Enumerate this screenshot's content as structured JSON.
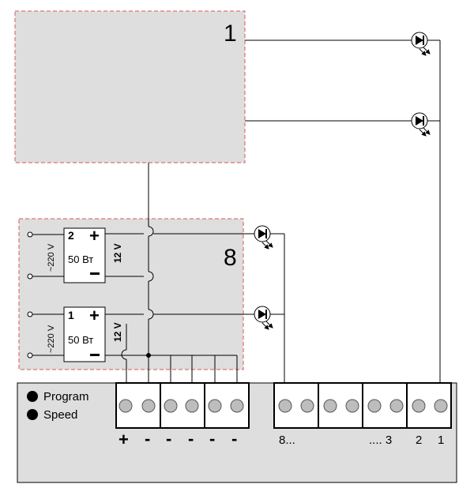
{
  "module_top": {
    "number": "1"
  },
  "module_bottom": {
    "number": "8"
  },
  "psu": [
    {
      "index": "2",
      "plus": "+",
      "minus": "−",
      "power": "50 Вт",
      "input": "~220 V",
      "output": "12 V"
    },
    {
      "index": "1",
      "plus": "+",
      "minus": "−",
      "power": "50 Вт",
      "input": "~220 V",
      "output": "12 V"
    }
  ],
  "base": {
    "legend": [
      "Program",
      "Speed"
    ],
    "power_terminal_signs": [
      "+",
      "-",
      "-",
      "-",
      "-",
      "-"
    ],
    "channel_labels": [
      "8...",
      ".... 3",
      "2",
      "1"
    ]
  }
}
